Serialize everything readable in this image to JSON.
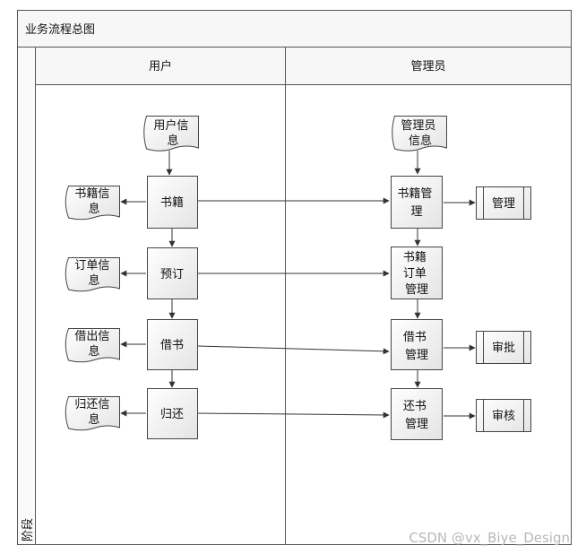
{
  "title": "业务流程总图",
  "phase_label": "阶段",
  "lanes": {
    "user": "用户",
    "admin": "管理员"
  },
  "nodes": {
    "user_info": [
      "用户信",
      "息"
    ],
    "books_info": [
      "书籍信",
      "息"
    ],
    "order_info": [
      "订单信",
      "息"
    ],
    "borrow_info": [
      "借出信",
      "息"
    ],
    "return_info": [
      "归还信",
      "息"
    ],
    "books": [
      "书籍"
    ],
    "order": [
      "预订"
    ],
    "borrow": [
      "借书"
    ],
    "return": [
      "归还"
    ],
    "admin_info": [
      "管理员",
      "信息"
    ],
    "book_mgmt": [
      "书籍管",
      "理"
    ],
    "order_mgmt": [
      "书籍",
      "订单",
      "管理"
    ],
    "borrow_mgmt": [
      "借书",
      "管理"
    ],
    "return_mgmt": [
      "还书",
      "管理"
    ],
    "manage": [
      "管理"
    ],
    "approve": [
      "审批"
    ],
    "audit": [
      "审核"
    ]
  },
  "watermark": "CSDN @vx_Biye_Design"
}
